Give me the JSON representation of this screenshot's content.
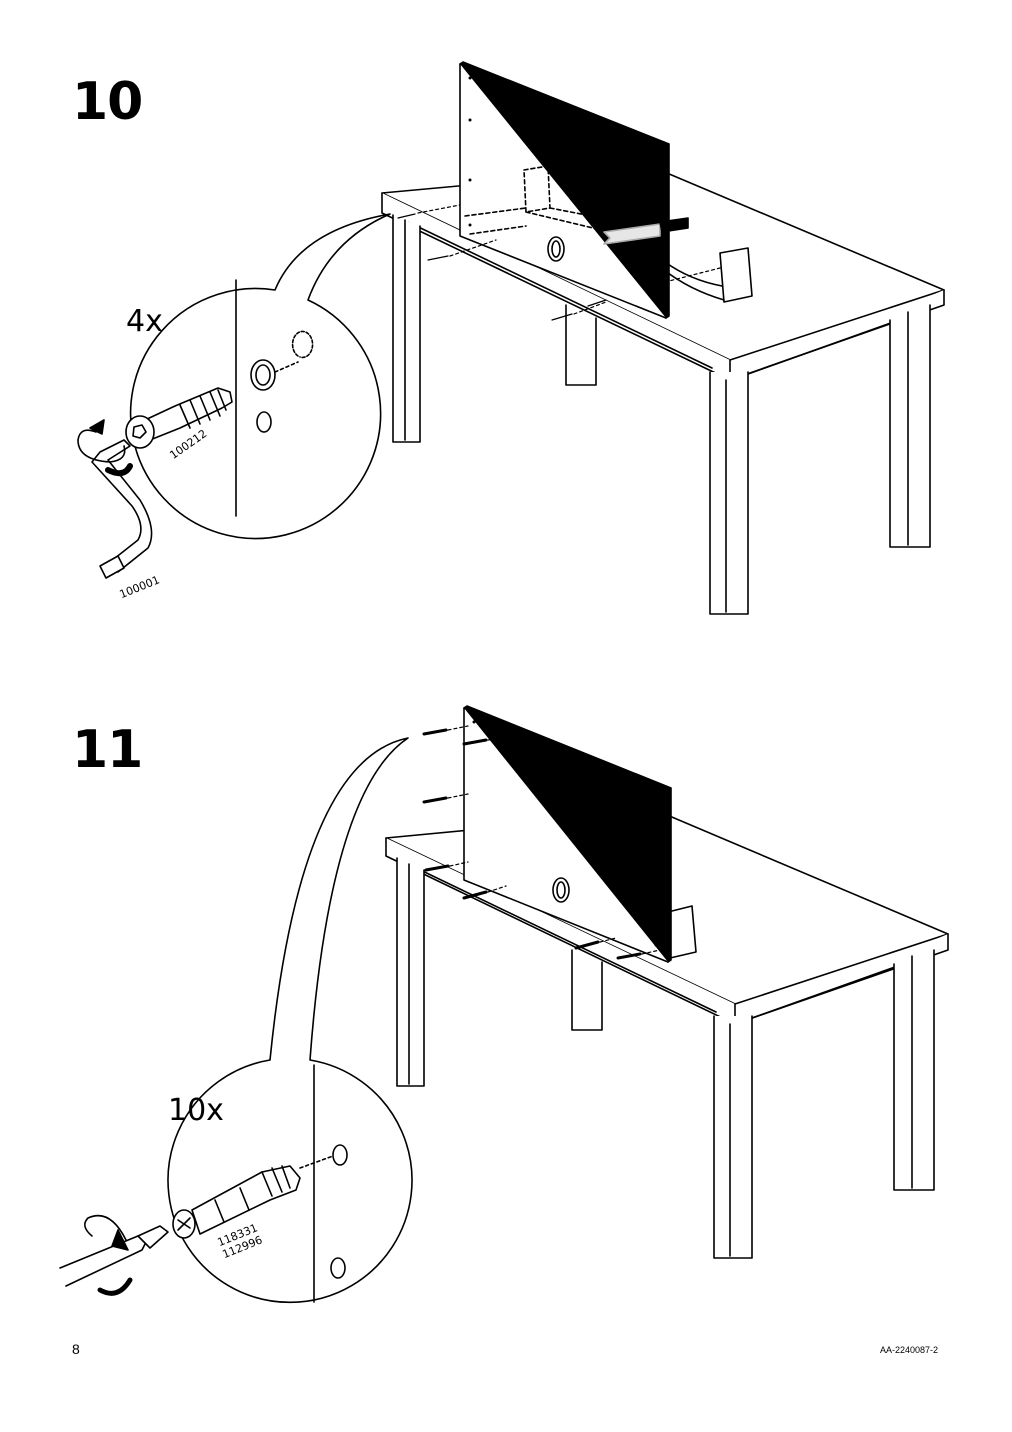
{
  "steps": [
    {
      "number": "10",
      "quantity": "4x",
      "parts": [
        "100212",
        "100001"
      ]
    },
    {
      "number": "11",
      "quantity": "10x",
      "parts": [
        "118331\n112996"
      ]
    }
  ],
  "footer": {
    "page_number": "8",
    "document_code": "AA-2240087-2"
  }
}
